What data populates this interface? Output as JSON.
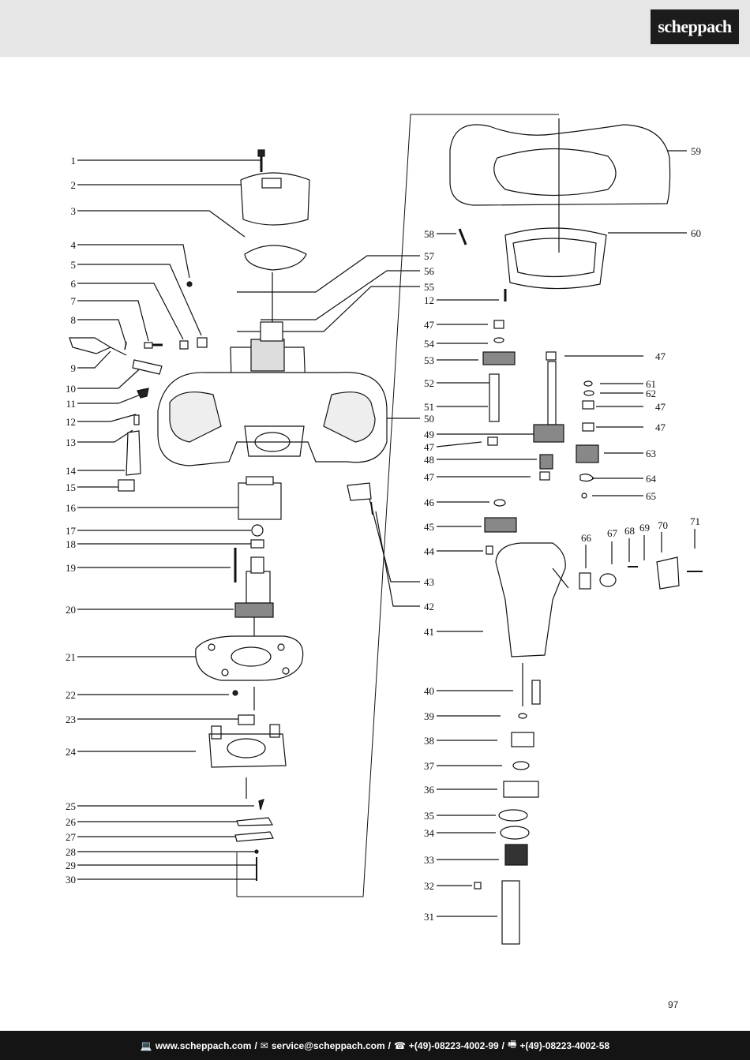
{
  "header": {
    "brand": "scheppach"
  },
  "page_number": "97",
  "footer": {
    "website": "www.scheppach.com",
    "email": "service@scheppach.com",
    "phone": "+(49)-08223-4002-99",
    "fax": "+(49)-08223-4002-58",
    "separator": "/"
  },
  "diagram": {
    "labels": [
      {
        "id": "l1",
        "text": "1"
      },
      {
        "id": "l2",
        "text": "2"
      },
      {
        "id": "l3",
        "text": "3"
      },
      {
        "id": "l4",
        "text": "4"
      },
      {
        "id": "l5",
        "text": "5"
      },
      {
        "id": "l6",
        "text": "6"
      },
      {
        "id": "l7",
        "text": "7"
      },
      {
        "id": "l8",
        "text": "8"
      },
      {
        "id": "l9",
        "text": "9"
      },
      {
        "id": "l10",
        "text": "10"
      },
      {
        "id": "l11",
        "text": "11"
      },
      {
        "id": "l12",
        "text": "12"
      },
      {
        "id": "l13",
        "text": "13"
      },
      {
        "id": "l14",
        "text": "14"
      },
      {
        "id": "l15",
        "text": "15"
      },
      {
        "id": "l16",
        "text": "16"
      },
      {
        "id": "l17",
        "text": "17"
      },
      {
        "id": "l18",
        "text": "18"
      },
      {
        "id": "l19",
        "text": "19"
      },
      {
        "id": "l20",
        "text": "20"
      },
      {
        "id": "l21",
        "text": "21"
      },
      {
        "id": "l22",
        "text": "22"
      },
      {
        "id": "l23",
        "text": "23"
      },
      {
        "id": "l24",
        "text": "24"
      },
      {
        "id": "l25",
        "text": "25"
      },
      {
        "id": "l26",
        "text": "26"
      },
      {
        "id": "l27",
        "text": "27"
      },
      {
        "id": "l28",
        "text": "28"
      },
      {
        "id": "l29",
        "text": "29"
      },
      {
        "id": "l30",
        "text": "30"
      },
      {
        "id": "l31",
        "text": "31"
      },
      {
        "id": "l32",
        "text": "32"
      },
      {
        "id": "l33",
        "text": "33"
      },
      {
        "id": "l34",
        "text": "34"
      },
      {
        "id": "l35",
        "text": "35"
      },
      {
        "id": "l36",
        "text": "36"
      },
      {
        "id": "l37",
        "text": "37"
      },
      {
        "id": "l38",
        "text": "38"
      },
      {
        "id": "l39",
        "text": "39"
      },
      {
        "id": "l40",
        "text": "40"
      },
      {
        "id": "l41",
        "text": "41"
      },
      {
        "id": "l42",
        "text": "42"
      },
      {
        "id": "l43",
        "text": "43"
      },
      {
        "id": "l44",
        "text": "44"
      },
      {
        "id": "l45",
        "text": "45"
      },
      {
        "id": "l46",
        "text": "46"
      },
      {
        "id": "l47a",
        "text": "47"
      },
      {
        "id": "l47b",
        "text": "47"
      },
      {
        "id": "l47c",
        "text": "47"
      },
      {
        "id": "l47d",
        "text": "47"
      },
      {
        "id": "l47e",
        "text": "47"
      },
      {
        "id": "l47f",
        "text": "47"
      },
      {
        "id": "l48",
        "text": "48"
      },
      {
        "id": "l49",
        "text": "49"
      },
      {
        "id": "l50",
        "text": "50"
      },
      {
        "id": "l51",
        "text": "51"
      },
      {
        "id": "l52",
        "text": "52"
      },
      {
        "id": "l53",
        "text": "53"
      },
      {
        "id": "l54",
        "text": "54"
      },
      {
        "id": "l55",
        "text": "55"
      },
      {
        "id": "l56",
        "text": "56"
      },
      {
        "id": "l57",
        "text": "57"
      },
      {
        "id": "l58",
        "text": "58"
      },
      {
        "id": "l59",
        "text": "59"
      },
      {
        "id": "l60",
        "text": "60"
      },
      {
        "id": "l61",
        "text": "61"
      },
      {
        "id": "l62",
        "text": "62"
      },
      {
        "id": "l63",
        "text": "63"
      },
      {
        "id": "l64",
        "text": "64"
      },
      {
        "id": "l65",
        "text": "65"
      },
      {
        "id": "l66",
        "text": "66"
      },
      {
        "id": "l67",
        "text": "67"
      },
      {
        "id": "l68",
        "text": "68"
      },
      {
        "id": "l69",
        "text": "69"
      },
      {
        "id": "l70",
        "text": "70"
      },
      {
        "id": "l71",
        "text": "71"
      },
      {
        "id": "l12b",
        "text": "12"
      }
    ]
  }
}
